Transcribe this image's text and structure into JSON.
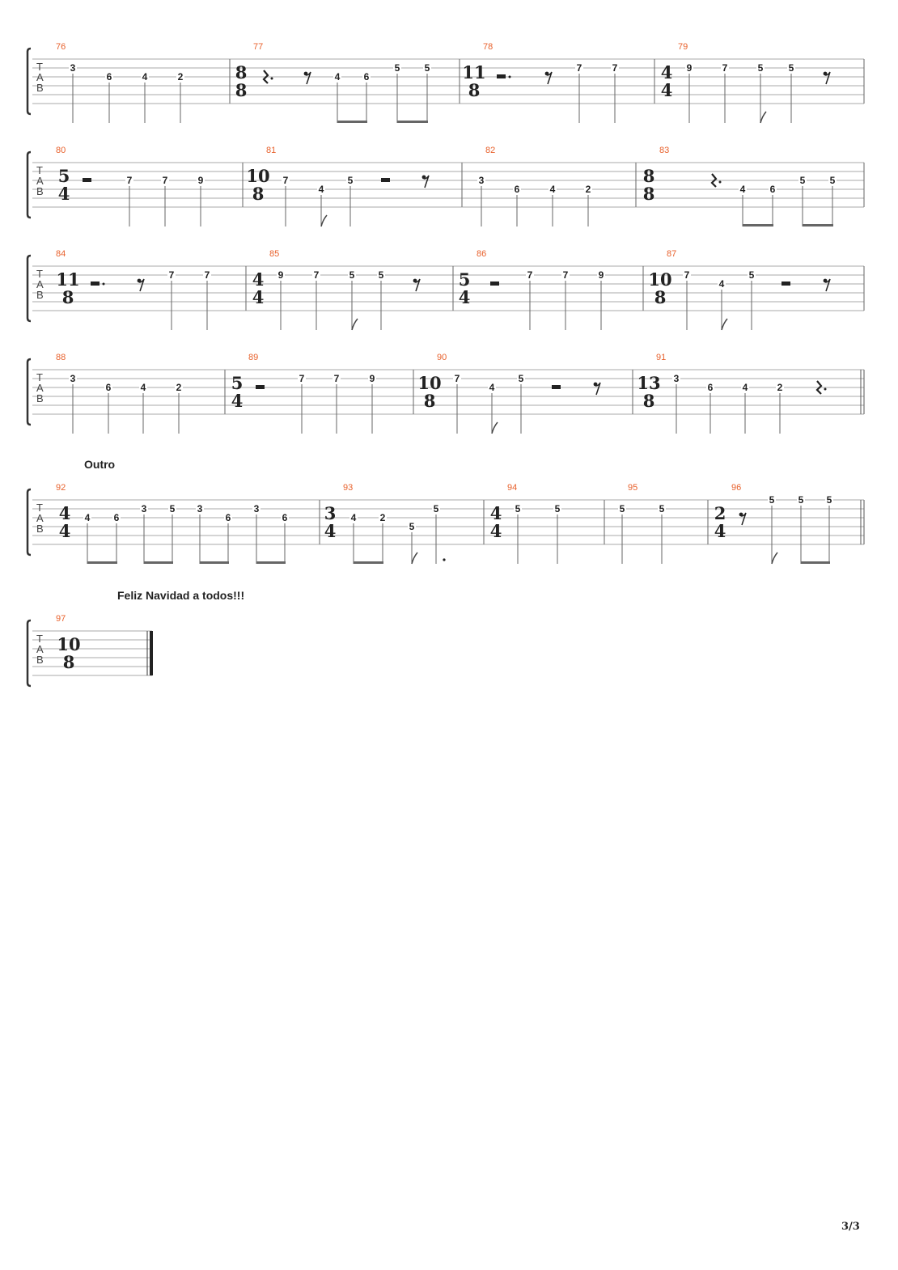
{
  "page": {
    "number": "3/3"
  },
  "sections": [
    {
      "label": "Outro",
      "system": 4
    },
    {
      "label": "Feliz Navidad a todos!!!",
      "system": 5
    }
  ],
  "systems": [
    {
      "measures": [
        {
          "number": "76",
          "notes": [
            {
              "fret": "3",
              "string": 1
            },
            {
              "fret": "6",
              "string": 2
            },
            {
              "fret": "4",
              "string": 2
            },
            {
              "fret": "2",
              "string": 2
            }
          ]
        },
        {
          "number": "77",
          "time": [
            "8",
            "8"
          ],
          "rests": [
            "quarter-dotted",
            "eighth"
          ],
          "notes": [
            {
              "fret": "4",
              "string": 2
            },
            {
              "fret": "6",
              "string": 2
            },
            {
              "fret": "5",
              "string": 1
            },
            {
              "fret": "5",
              "string": 1
            }
          ]
        },
        {
          "number": "78",
          "time": [
            "11",
            "8"
          ],
          "rests": [
            "half-dotted",
            "eighth"
          ],
          "notes": [
            {
              "fret": "7",
              "string": 1
            },
            {
              "fret": "7",
              "string": 1
            }
          ]
        },
        {
          "number": "79",
          "time": [
            "4",
            "4"
          ],
          "notes": [
            {
              "fret": "9",
              "string": 1
            },
            {
              "fret": "7",
              "string": 1
            },
            {
              "fret": "5",
              "string": 1
            },
            {
              "fret": "5",
              "string": 1
            }
          ],
          "rests": [
            "eighth"
          ]
        }
      ]
    },
    {
      "measures": [
        {
          "number": "80",
          "time": [
            "5",
            "4"
          ],
          "rests": [
            "half"
          ],
          "notes": [
            {
              "fret": "7",
              "string": 2
            },
            {
              "fret": "7",
              "string": 2
            },
            {
              "fret": "9",
              "string": 2
            }
          ]
        },
        {
          "number": "81",
          "time": [
            "10",
            "8"
          ],
          "notes": [
            {
              "fret": "7",
              "string": 2
            },
            {
              "fret": "4",
              "string": 3
            },
            {
              "fret": "5",
              "string": 2
            }
          ],
          "rests": [
            "half",
            "eighth"
          ]
        },
        {
          "number": "82",
          "notes": [
            {
              "fret": "3",
              "string": 2
            },
            {
              "fret": "6",
              "string": 3
            },
            {
              "fret": "4",
              "string": 3
            },
            {
              "fret": "2",
              "string": 3
            }
          ]
        },
        {
          "number": "83",
          "time": [
            "8",
            "8"
          ],
          "rests": [
            "quarter-dotted",
            "eighth"
          ],
          "notes": [
            {
              "fret": "4",
              "string": 3
            },
            {
              "fret": "6",
              "string": 3
            },
            {
              "fret": "5",
              "string": 2
            },
            {
              "fret": "5",
              "string": 2
            }
          ]
        }
      ]
    },
    {
      "measures": [
        {
          "number": "84",
          "time": [
            "11",
            "8"
          ],
          "rests": [
            "half-dotted",
            "eighth"
          ],
          "notes": [
            {
              "fret": "7",
              "string": 1
            },
            {
              "fret": "7",
              "string": 1
            }
          ]
        },
        {
          "number": "85",
          "time": [
            "4",
            "4"
          ],
          "notes": [
            {
              "fret": "9",
              "string": 1
            },
            {
              "fret": "7",
              "string": 1
            },
            {
              "fret": "5",
              "string": 1
            },
            {
              "fret": "5",
              "string": 1
            }
          ],
          "rests": [
            "eighth"
          ]
        },
        {
          "number": "86",
          "time": [
            "5",
            "4"
          ],
          "rests": [
            "half"
          ],
          "notes": [
            {
              "fret": "7",
              "string": 1
            },
            {
              "fret": "7",
              "string": 1
            },
            {
              "fret": "9",
              "string": 1
            }
          ]
        },
        {
          "number": "87",
          "time": [
            "10",
            "8"
          ],
          "notes": [
            {
              "fret": "7",
              "string": 1
            },
            {
              "fret": "4",
              "string": 2
            },
            {
              "fret": "5",
              "string": 1
            }
          ],
          "rests": [
            "half",
            "eighth"
          ]
        }
      ]
    },
    {
      "measures": [
        {
          "number": "88",
          "notes": [
            {
              "fret": "3",
              "string": 1
            },
            {
              "fret": "6",
              "string": 2
            },
            {
              "fret": "4",
              "string": 2
            },
            {
              "fret": "2",
              "string": 2
            }
          ]
        },
        {
          "number": "89",
          "time": [
            "5",
            "4"
          ],
          "rests": [
            "half"
          ],
          "notes": [
            {
              "fret": "7",
              "string": 1
            },
            {
              "fret": "7",
              "string": 1
            },
            {
              "fret": "9",
              "string": 1
            }
          ]
        },
        {
          "number": "90",
          "time": [
            "10",
            "8"
          ],
          "notes": [
            {
              "fret": "7",
              "string": 1
            },
            {
              "fret": "4",
              "string": 2
            },
            {
              "fret": "5",
              "string": 1
            }
          ],
          "rests": [
            "half",
            "eighth"
          ]
        },
        {
          "number": "91",
          "time": [
            "13",
            "8"
          ],
          "notes": [
            {
              "fret": "3",
              "string": 1
            },
            {
              "fret": "6",
              "string": 2
            },
            {
              "fret": "4",
              "string": 2
            },
            {
              "fret": "2",
              "string": 2
            }
          ],
          "rests": [
            "quarter-dotted"
          ]
        }
      ]
    },
    {
      "measures": [
        {
          "number": "92",
          "time": [
            "4",
            "4"
          ],
          "notes": [
            {
              "fret": "4",
              "string": 2
            },
            {
              "fret": "6",
              "string": 2
            },
            {
              "fret": "3",
              "string": 1
            },
            {
              "fret": "5",
              "string": 1
            },
            {
              "fret": "3",
              "string": 1
            },
            {
              "fret": "6",
              "string": 2
            },
            {
              "fret": "3",
              "string": 1
            },
            {
              "fret": "6",
              "string": 2
            }
          ]
        },
        {
          "number": "93",
          "time": [
            "3",
            "4"
          ],
          "notes": [
            {
              "fret": "4",
              "string": 2
            },
            {
              "fret": "2",
              "string": 2
            },
            {
              "fret": "5",
              "string": 3
            },
            {
              "fret": "5",
              "string": 1
            }
          ]
        },
        {
          "number": "94",
          "time": [
            "4",
            "4"
          ],
          "notes": [
            {
              "fret": "5",
              "string": 1
            },
            {
              "fret": "5",
              "string": 1
            }
          ]
        },
        {
          "number": "95",
          "notes": [
            {
              "fret": "5",
              "string": 1
            },
            {
              "fret": "5",
              "string": 1
            }
          ]
        },
        {
          "number": "96",
          "time": [
            "2",
            "4"
          ],
          "rests": [
            "eighth"
          ],
          "notes": [
            {
              "fret": "5",
              "string": 0
            },
            {
              "fret": "5",
              "string": 0
            },
            {
              "fret": "5",
              "string": 0
            }
          ]
        }
      ]
    },
    {
      "measures": [
        {
          "number": "97",
          "time": [
            "10",
            "8"
          ],
          "notes": []
        }
      ]
    }
  ]
}
